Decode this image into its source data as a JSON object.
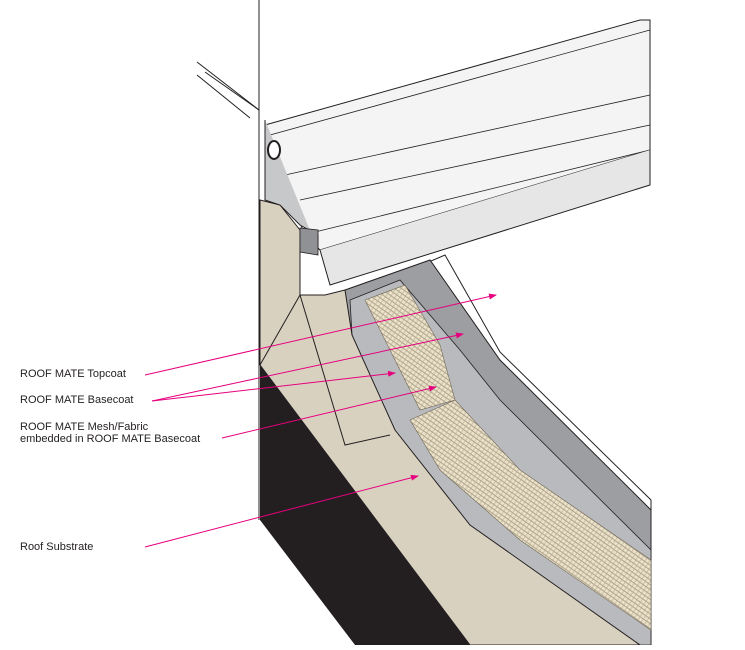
{
  "labels": {
    "topcoat": "ROOF MATE Topcoat",
    "basecoat": "ROOF MATE Basecoat",
    "mesh_line1": "ROOF MATE Mesh/Fabric",
    "mesh_line2": "embedded in ROOF MATE Basecoat",
    "substrate": "Roof Substrate"
  },
  "colors": {
    "leader": "#e6007e",
    "outline": "#231f20",
    "substrate_base": "#d9d1c0",
    "wall_dark": "#231f20",
    "coating_gray": "#9c9ea1",
    "mesh_fabric": "#e9dfc6",
    "metal_coping": "#f4f4f4"
  }
}
